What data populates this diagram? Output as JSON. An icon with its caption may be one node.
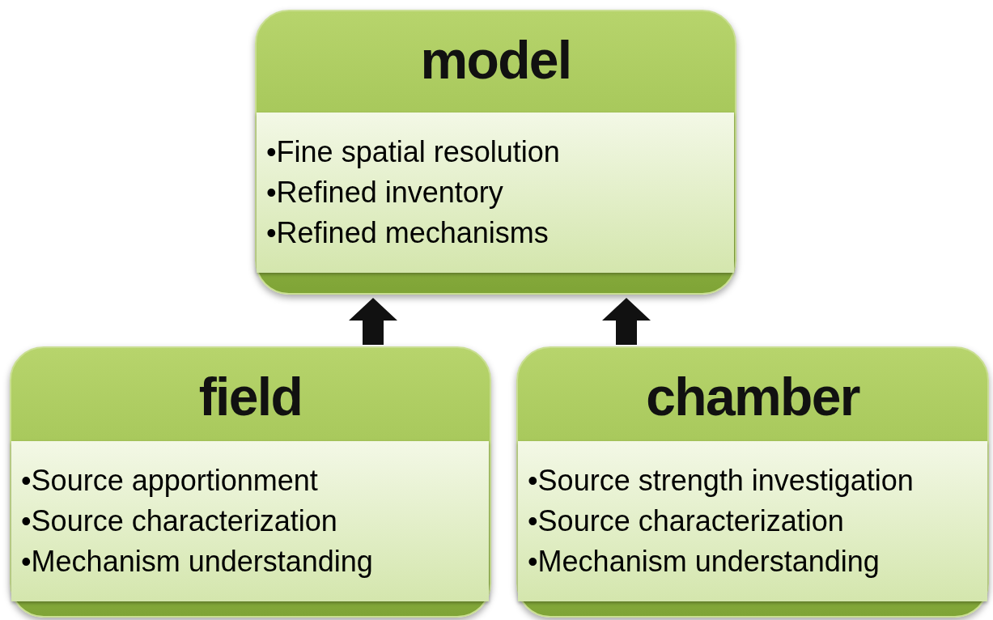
{
  "diagram": {
    "nodes": [
      {
        "text": [
          "model"
        ]
      },
      {
        "text": [
          "•Fine spatial resolution",
          "•Refined inventory",
          "•Refined mechanisms"
        ],
        "in": 0
      },
      {
        "text": [
          "field"
        ]
      },
      {
        "text": [
          "•Source apportionment",
          "•Source characterization",
          "•Mechanism understanding"
        ],
        "in": 2
      },
      {
        "text": [
          "chamber"
        ]
      },
      {
        "text": [
          "•Source strength investigation",
          "•Source characterization",
          "•Mechanism understanding"
        ],
        "in": 4
      }
    ],
    "edges": [
      {
        "from": 2,
        "to": 0,
        "arrow": "to"
      },
      {
        "from": 4,
        "to": 0,
        "arrow": "to"
      }
    ]
  }
}
